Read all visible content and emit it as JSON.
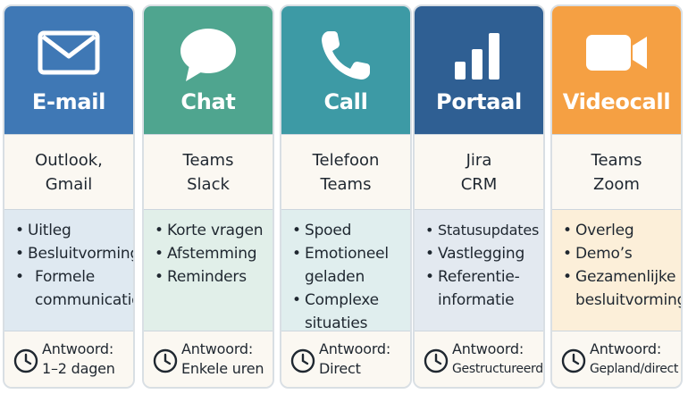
{
  "cards": [
    {
      "title": "E-mail",
      "icon": "envelope-icon",
      "color": "#3f78b5",
      "tools": [
        "Outlook,",
        "Gmail"
      ],
      "uses": [
        "Uitleg",
        "Besluitvorming",
        "Formele communicatie"
      ],
      "uses_tint": "#dfe9f1",
      "response_label": "Antwoord:",
      "response_value": "1–2 dagen"
    },
    {
      "title": "Chat",
      "icon": "chat-bubble-icon",
      "color": "#4fa58f",
      "tools": [
        "Teams",
        "Slack"
      ],
      "uses": [
        "Korte vragen",
        "Afstemming",
        "Reminders"
      ],
      "uses_tint": "#e1efe9",
      "response_label": "Antwoord:",
      "response_value": "Enkele uren"
    },
    {
      "title": "Call",
      "icon": "phone-icon",
      "color": "#3d9aa5",
      "tools": [
        "Telefoon",
        "Teams"
      ],
      "uses": [
        "Spoed",
        "Emotioneel geladen",
        "Complexe situaties"
      ],
      "uses_tint": "#e0eeee",
      "response_label": "Antwoord:",
      "response_value": "Direct"
    },
    {
      "title": "Portaal",
      "icon": "bar-chart-icon",
      "color": "#2f5f93",
      "tools": [
        "Jira",
        "CRM"
      ],
      "uses": [
        "Statusupdates",
        "Vastlegging",
        "Referentie-informatie"
      ],
      "uses_tint": "#e3e9f0",
      "response_label": "Antwoord:",
      "response_value": "Gestructureerd"
    },
    {
      "title": "Videocall",
      "icon": "video-camera-icon",
      "color": "#f5a043",
      "tools": [
        "Teams",
        "Zoom"
      ],
      "uses": [
        "Overleg",
        "Demo’s",
        "Gezamenlijke besluitvorming"
      ],
      "uses_tint": "#fcefd9",
      "response_label": "Antwoord:",
      "response_value": "Gepland/direct"
    }
  ]
}
